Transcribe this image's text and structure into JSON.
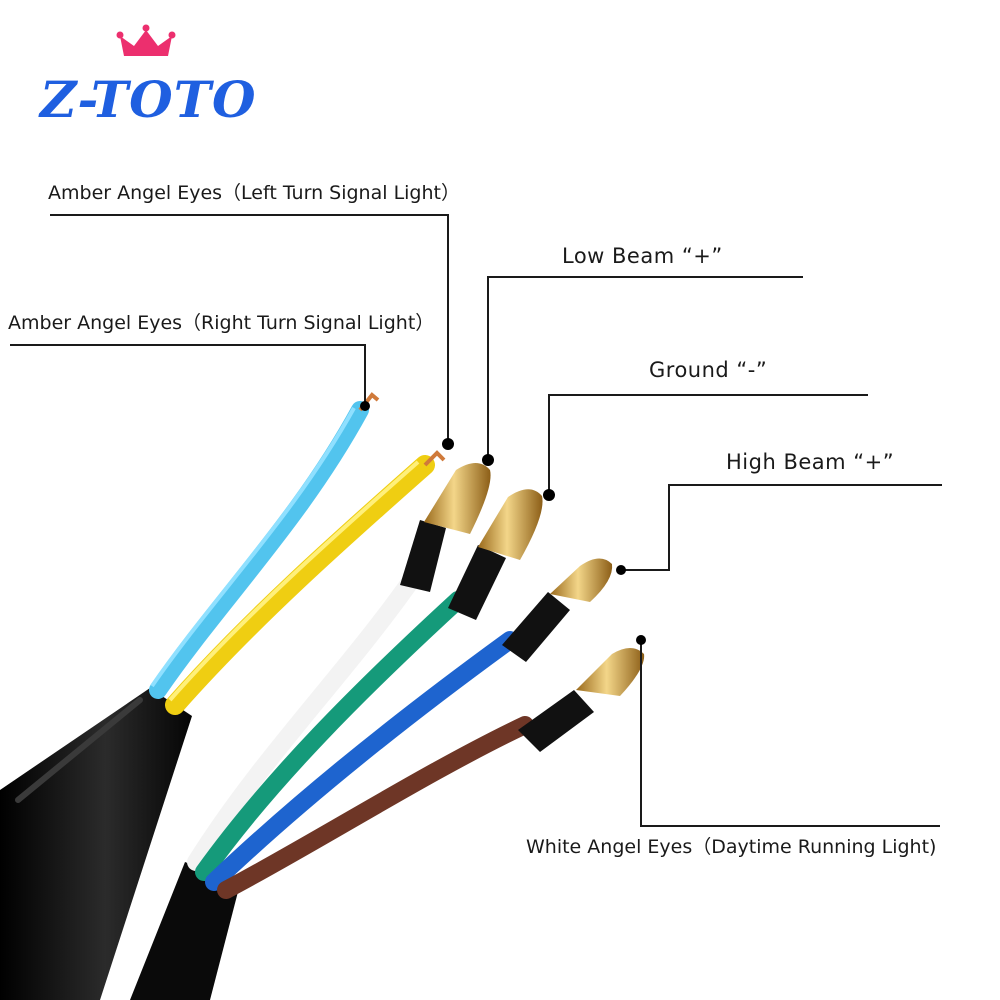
{
  "brand": {
    "name": "Z-TOTO",
    "crown_color": "#ec2f6e",
    "text_color": "#1f5fe0"
  },
  "labels": {
    "left_turn": "Amber Angel Eyes（Left Turn Signal Light）",
    "right_turn": "Amber Angel Eyes（Right Turn Signal Light）",
    "low_beam": "Low Beam “+”",
    "ground": "Ground “-”",
    "high_beam": "High Beam “+”",
    "drl": "White Angel Eyes（Daytime Running Light)"
  },
  "wires": {
    "colors": {
      "light_blue": "#52c4ee",
      "yellow": "#efce12",
      "white": "#f6f6f6",
      "green": "#159a7a",
      "blue": "#1e64cf",
      "brown": "#6e3626",
      "jacket": "#0c0c0c"
    }
  }
}
